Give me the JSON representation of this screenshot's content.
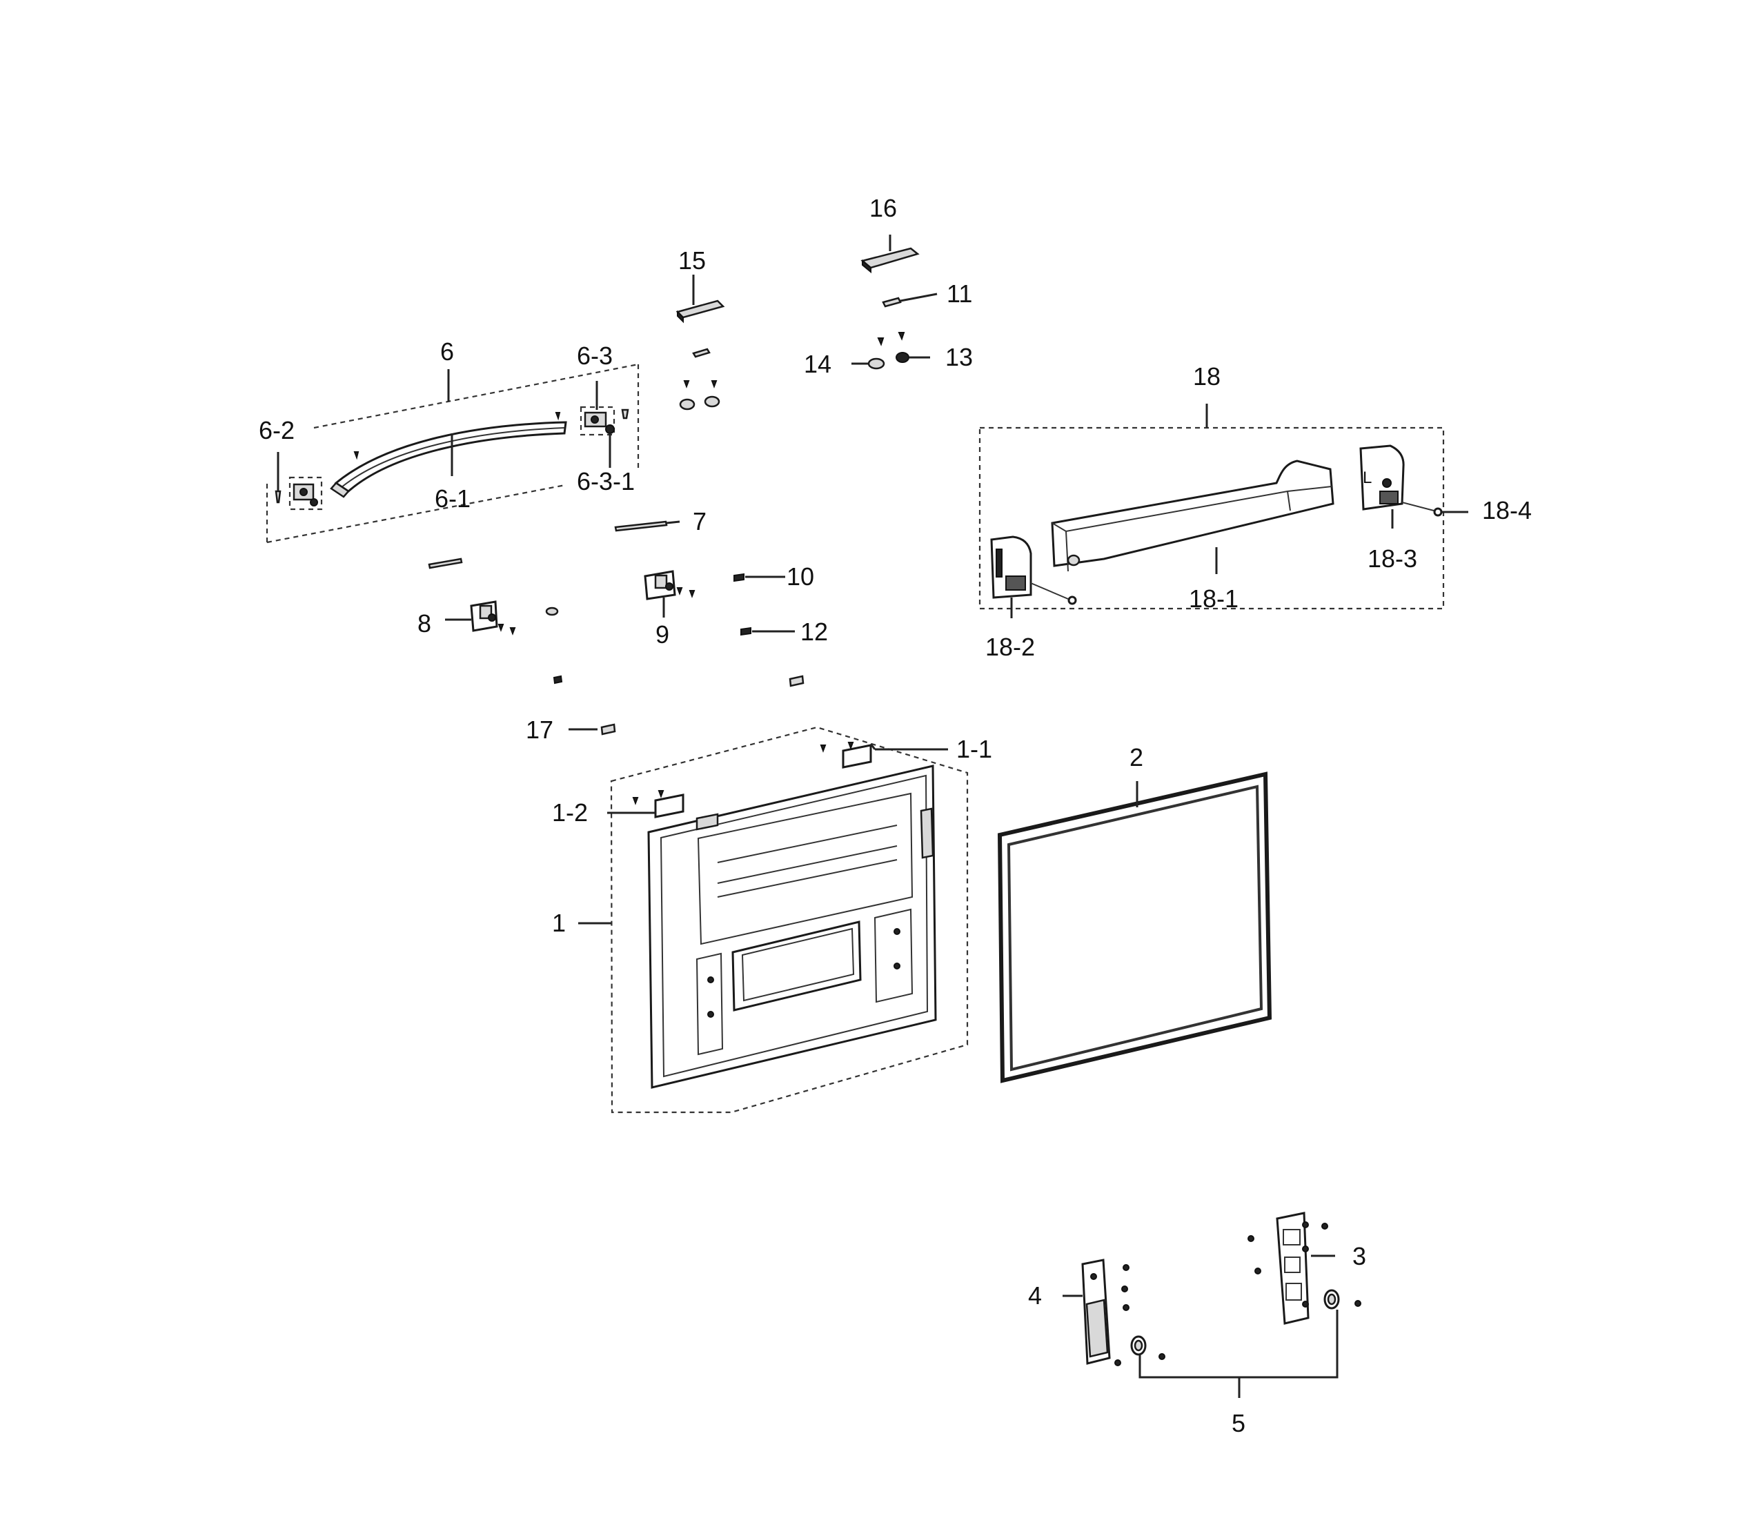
{
  "diagram": {
    "labels": {
      "p1": "1",
      "p1_1": "1-1",
      "p1_2": "1-2",
      "p2": "2",
      "p3": "3",
      "p4": "4",
      "p5": "5",
      "p6": "6",
      "p6_1": "6-1",
      "p6_2": "6-2",
      "p6_3": "6-3",
      "p6_3_1": "6-3-1",
      "p7": "7",
      "p8": "8",
      "p9": "9",
      "p10": "10",
      "p11": "11",
      "p12": "12",
      "p13": "13",
      "p14": "14",
      "p15": "15",
      "p16": "16",
      "p17": "17",
      "p18": "18",
      "p18_1": "18-1",
      "p18_2": "18-2",
      "p18_3": "18-3",
      "p18_4": "18-4"
    },
    "bin_mark": "L"
  }
}
